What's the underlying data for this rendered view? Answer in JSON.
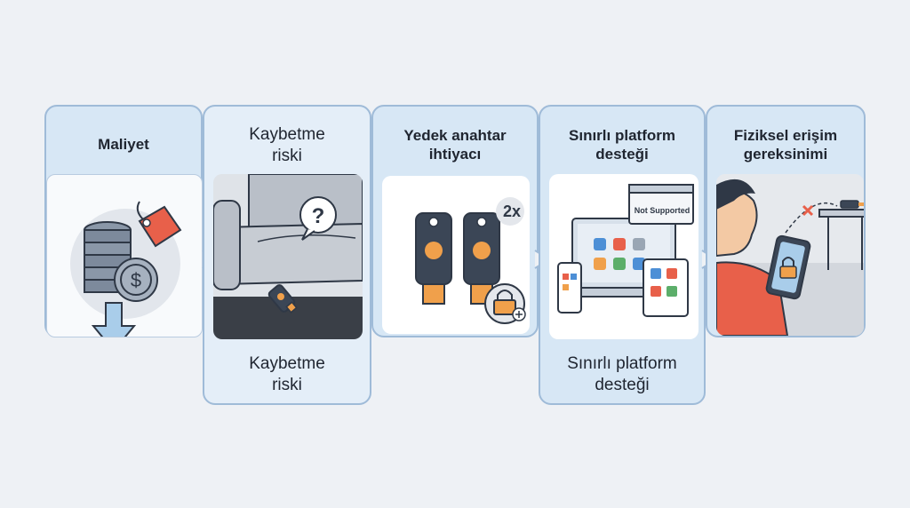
{
  "steps": [
    {
      "title": "Maliyet"
    },
    {
      "title": "Kaybetme\nriski",
      "caption": "Kaybetme\nriski"
    },
    {
      "title": "Yedek anahtar\nihtiyacı",
      "badge": "2x"
    },
    {
      "title": "Sınırlı platform\ndesteği",
      "caption": "Sınırlı platform\ndesteği",
      "popup_text": "Not Supported"
    },
    {
      "title": "Fiziksel erişim\ngereksinimi"
    }
  ],
  "colors": {
    "card_fill": "#d7e7f5",
    "card_border": "#9fbbd8",
    "accent_orange": "#f0a04b",
    "accent_red": "#e8604a",
    "key_dark": "#3b4656"
  }
}
